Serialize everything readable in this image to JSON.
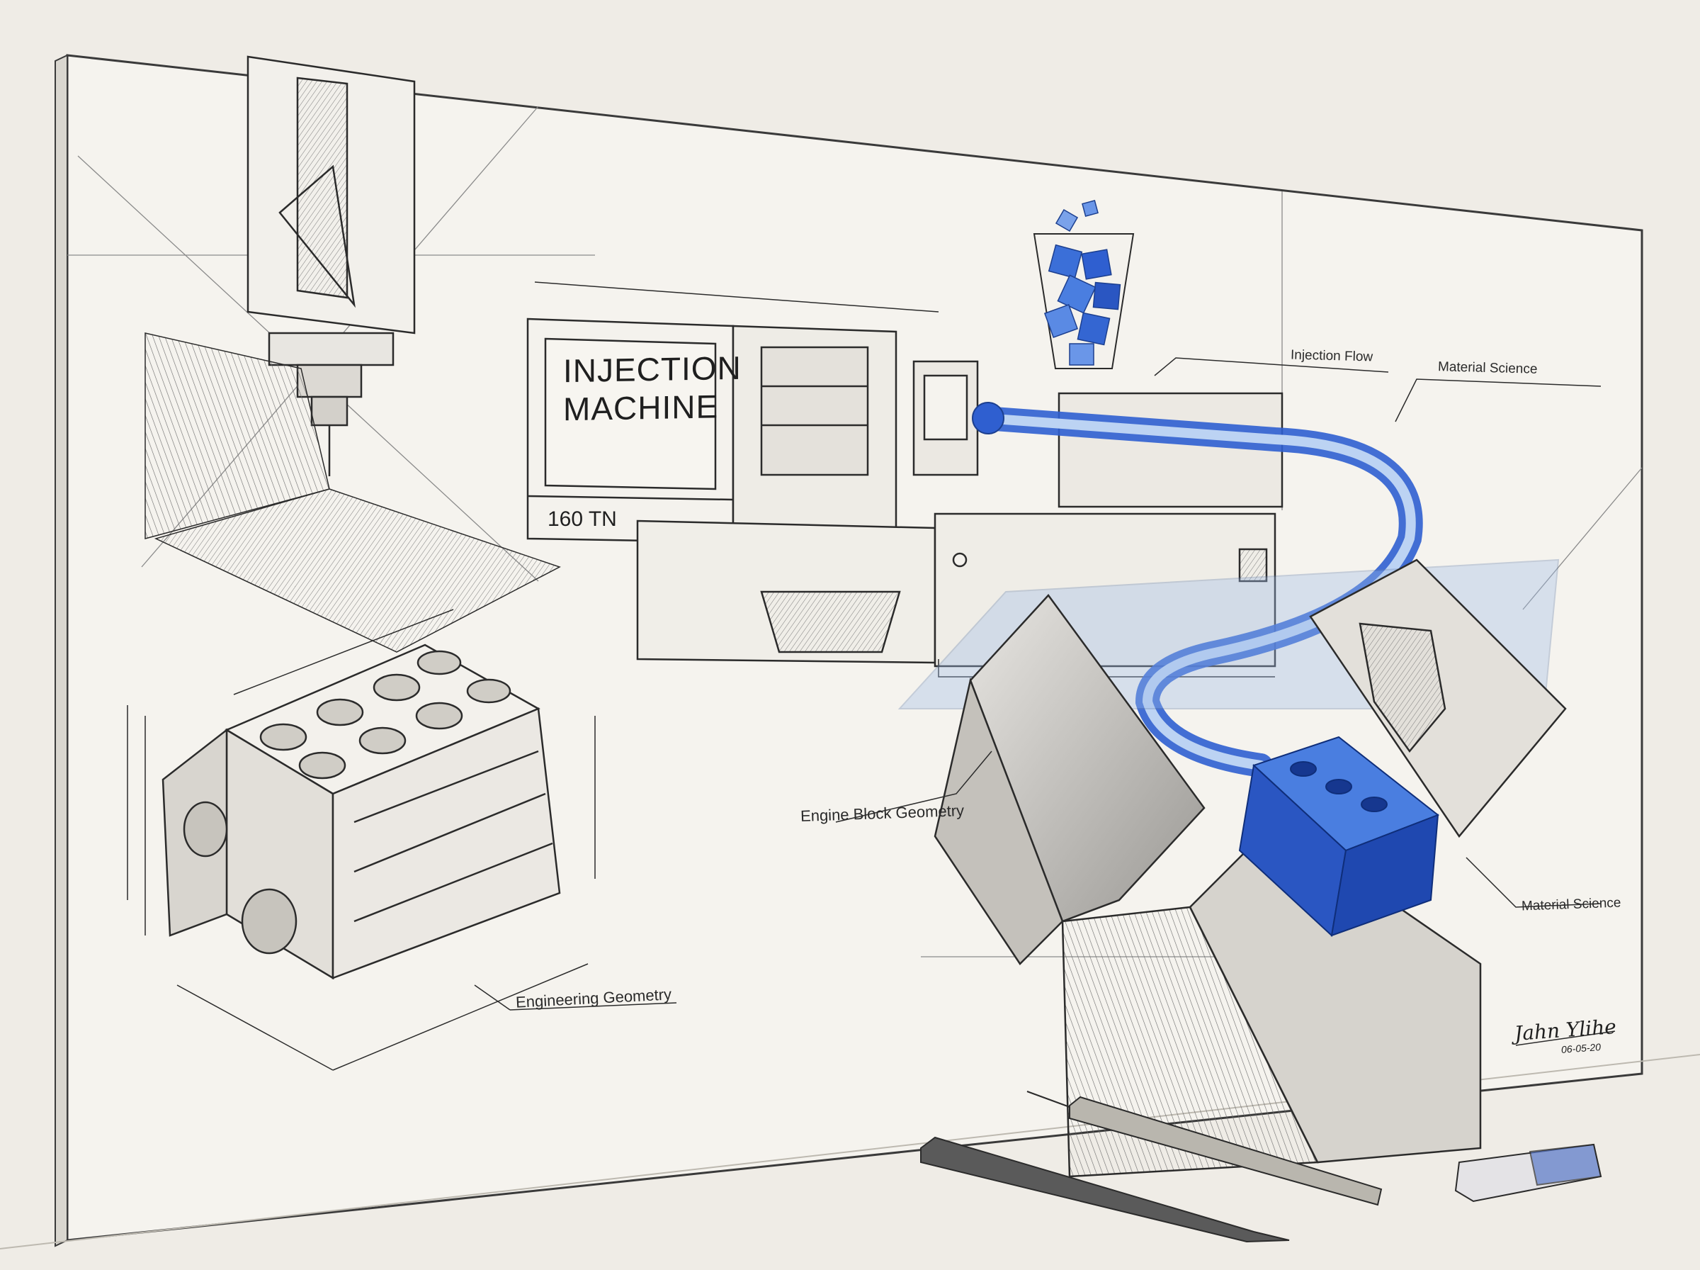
{
  "machine": {
    "title_line1": "INJECTION",
    "title_line2": "MACHINE",
    "tonnage": "160 TN"
  },
  "callouts": {
    "injection_flow": "Injection Flow",
    "material_science_top": "Material Science",
    "engine_block_geometry": "Engine Block Geometry",
    "material_science_side": "Material Science",
    "engineering_geometry": "Engineering Geometry"
  },
  "signature": {
    "name": "Jahn Ylihe",
    "date": "06-05-20"
  },
  "colors": {
    "paper": "#efece6",
    "board": "#f5f3ee",
    "pencil": "#2b2b2b",
    "accent_blue": "#2f5fd0",
    "accent_blue_light": "#9dbbe8"
  }
}
